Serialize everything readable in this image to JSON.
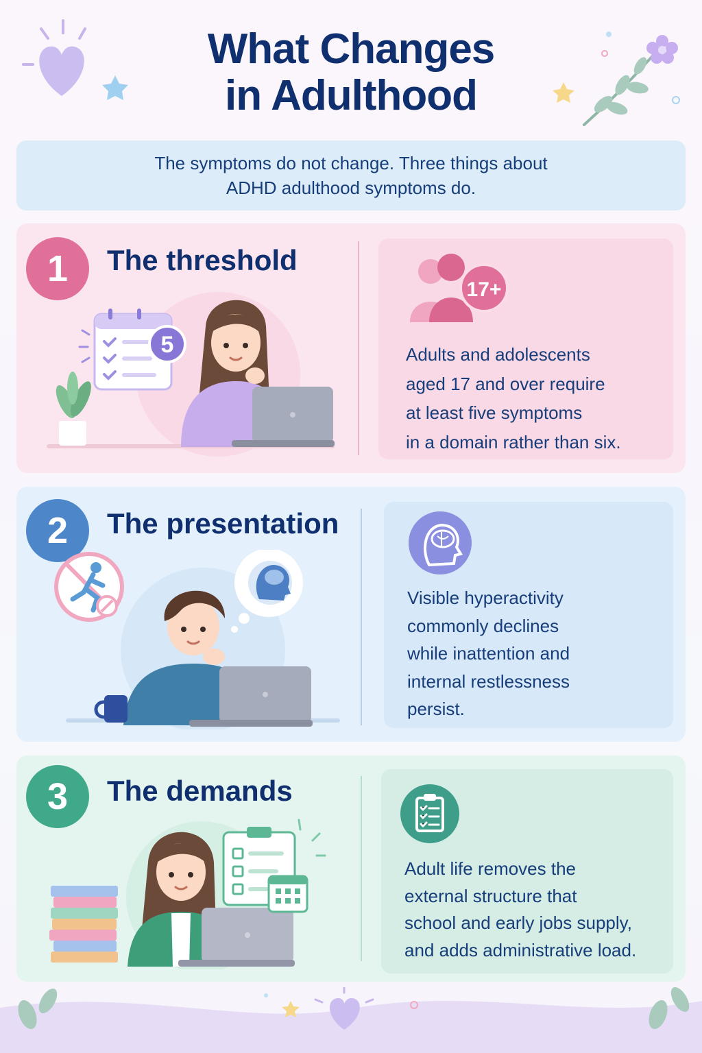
{
  "title_line1": "What Changes",
  "title_line2": "in Adulthood",
  "intro_line1": "The symptoms do not change. Three things about",
  "intro_line2": "ADHD adulthood symptoms do.",
  "sections": [
    {
      "number": "1",
      "title": "The threshold",
      "badge": "17+",
      "calendar_count": "5",
      "lines": [
        "Adults and adolescents",
        "aged 17 and over require",
        "at least five symptoms",
        "in a domain rather than six."
      ]
    },
    {
      "number": "2",
      "title": "The presentation",
      "lines": [
        "Visible hyperactivity",
        "commonly declines",
        "while inattention and",
        "internal restlessness",
        "persist."
      ]
    },
    {
      "number": "3",
      "title": "The demands",
      "lines": [
        "Adult life removes the",
        "external structure that",
        "school and early jobs supply,",
        "and adds administrative load."
      ]
    }
  ],
  "colors": {
    "title": "#0f2f6e",
    "pink": "#e0709a",
    "blue": "#4d86c9",
    "green": "#3fa98a",
    "lavender": "#c9b8ee"
  }
}
